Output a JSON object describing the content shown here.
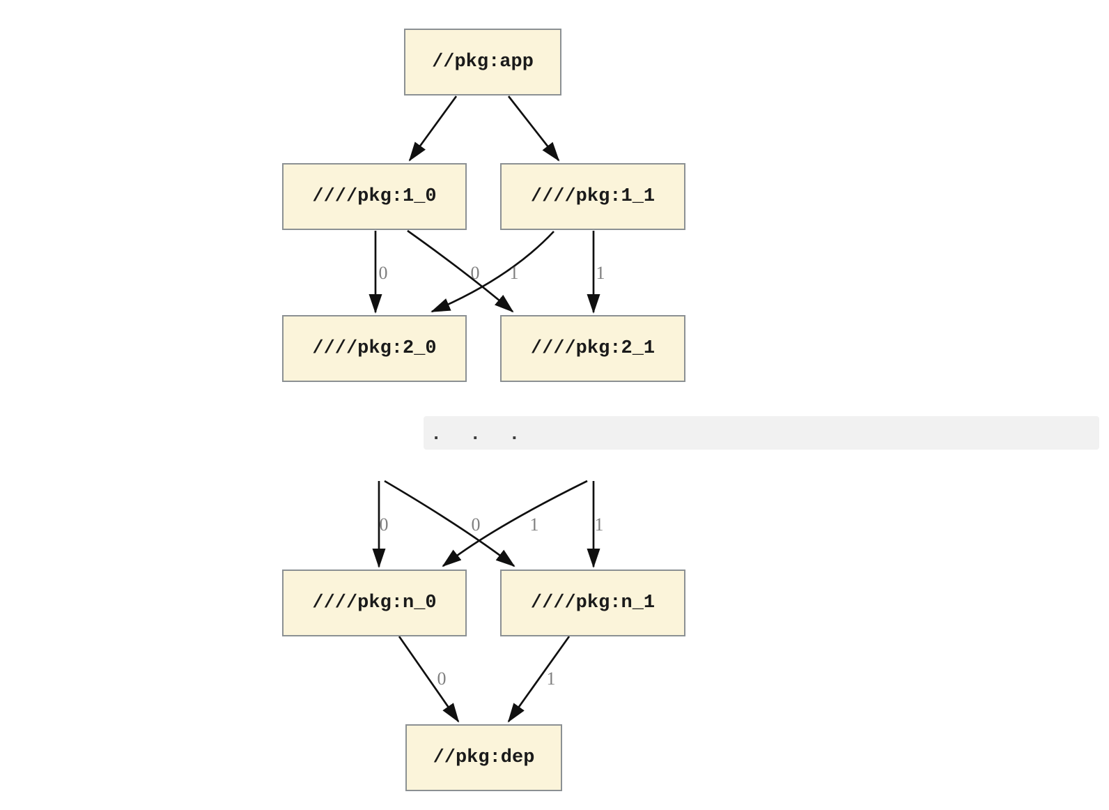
{
  "diagram": {
    "type": "dependency-graph",
    "nodes": [
      {
        "id": "app",
        "label": "//pkg:app"
      },
      {
        "id": "1_0",
        "label": "////pkg:1_0"
      },
      {
        "id": "1_1",
        "label": "////pkg:1_1"
      },
      {
        "id": "2_0",
        "label": "////pkg:2_0"
      },
      {
        "id": "2_1",
        "label": "////pkg:2_1"
      },
      {
        "id": "n_0",
        "label": "////pkg:n_0"
      },
      {
        "id": "n_1",
        "label": "////pkg:n_1"
      },
      {
        "id": "dep",
        "label": "//pkg:dep"
      }
    ],
    "ellipsis_text": ".  .  .",
    "edges": [
      {
        "from": "app",
        "to": "1_0",
        "label": ""
      },
      {
        "from": "app",
        "to": "1_1",
        "label": ""
      },
      {
        "from": "1_0",
        "to": "2_0",
        "label": "0"
      },
      {
        "from": "1_0",
        "to": "2_1",
        "label": "0"
      },
      {
        "from": "1_1",
        "to": "2_0",
        "label": "1"
      },
      {
        "from": "1_1",
        "to": "2_1",
        "label": "1"
      },
      {
        "from": "...",
        "to": "n_0",
        "label": "0"
      },
      {
        "from": "...",
        "to": "n_1",
        "label": "0"
      },
      {
        "from": "...",
        "to": "n_0",
        "label": "1"
      },
      {
        "from": "...",
        "to": "n_1",
        "label": "1"
      },
      {
        "from": "n_0",
        "to": "dep",
        "label": "0"
      },
      {
        "from": "n_1",
        "to": "dep",
        "label": "1"
      }
    ],
    "colors": {
      "background": "#ffffff",
      "node_fill": "#fbf4da",
      "node_border": "#8b9093",
      "node_text": "#1a1a1a",
      "edge": "#101010",
      "edge_label": "#7f7f7f",
      "ellipsis_bg": "#f1f1f1",
      "ellipsis_text": "#3c3c3c"
    }
  }
}
